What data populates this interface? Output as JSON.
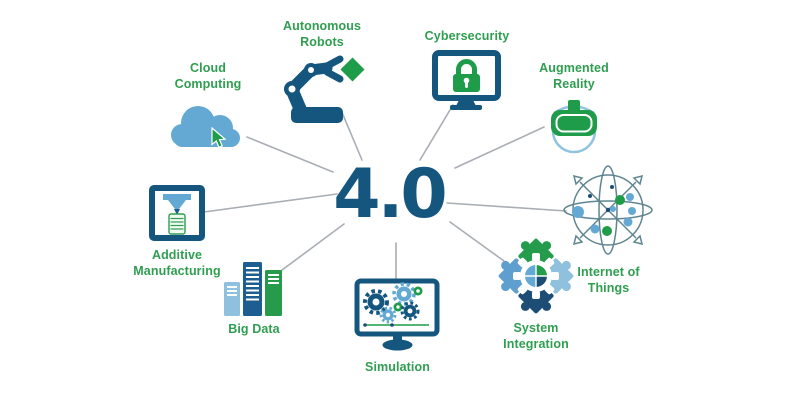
{
  "center": {
    "label": "4.0",
    "color": "#15567f"
  },
  "items": [
    {
      "id": "cloud-computing",
      "label": "Cloud Computing",
      "icon": "cloud-with-cursor-icon"
    },
    {
      "id": "autonomous-robots",
      "label": "Autonomous Robots",
      "icon": "robot-arm-icon"
    },
    {
      "id": "cybersecurity",
      "label": "Cybersecurity",
      "icon": "monitor-padlock-icon"
    },
    {
      "id": "augmented-reality",
      "label": "Augmented Reality",
      "icon": "vr-headset-icon"
    },
    {
      "id": "internet-of-things",
      "label": "Internet of Things",
      "icon": "connected-globe-icon"
    },
    {
      "id": "system-integration",
      "label": "System Integration",
      "icon": "puzzle-gear-icon"
    },
    {
      "id": "simulation",
      "label": "Simulation",
      "icon": "monitor-gears-icon"
    },
    {
      "id": "big-data",
      "label": "Big Data",
      "icon": "server-bars-icon"
    },
    {
      "id": "additive-manufacturing",
      "label": "Additive Manufacturing",
      "icon": "printer-3d-icon"
    }
  ],
  "colors": {
    "background": "#ffffff",
    "label_green": "#2f9e50",
    "icon_green": "#1f9c49",
    "dark_blue": "#15567f",
    "mid_blue": "#1d5d90",
    "light_blue": "#63a9d4",
    "pale_blue": "#8fc0de",
    "navy": "#1d4d75",
    "globe_outline": "#5f8591",
    "connector_gray": "#a9aeb4",
    "center_text": "#15567f"
  }
}
